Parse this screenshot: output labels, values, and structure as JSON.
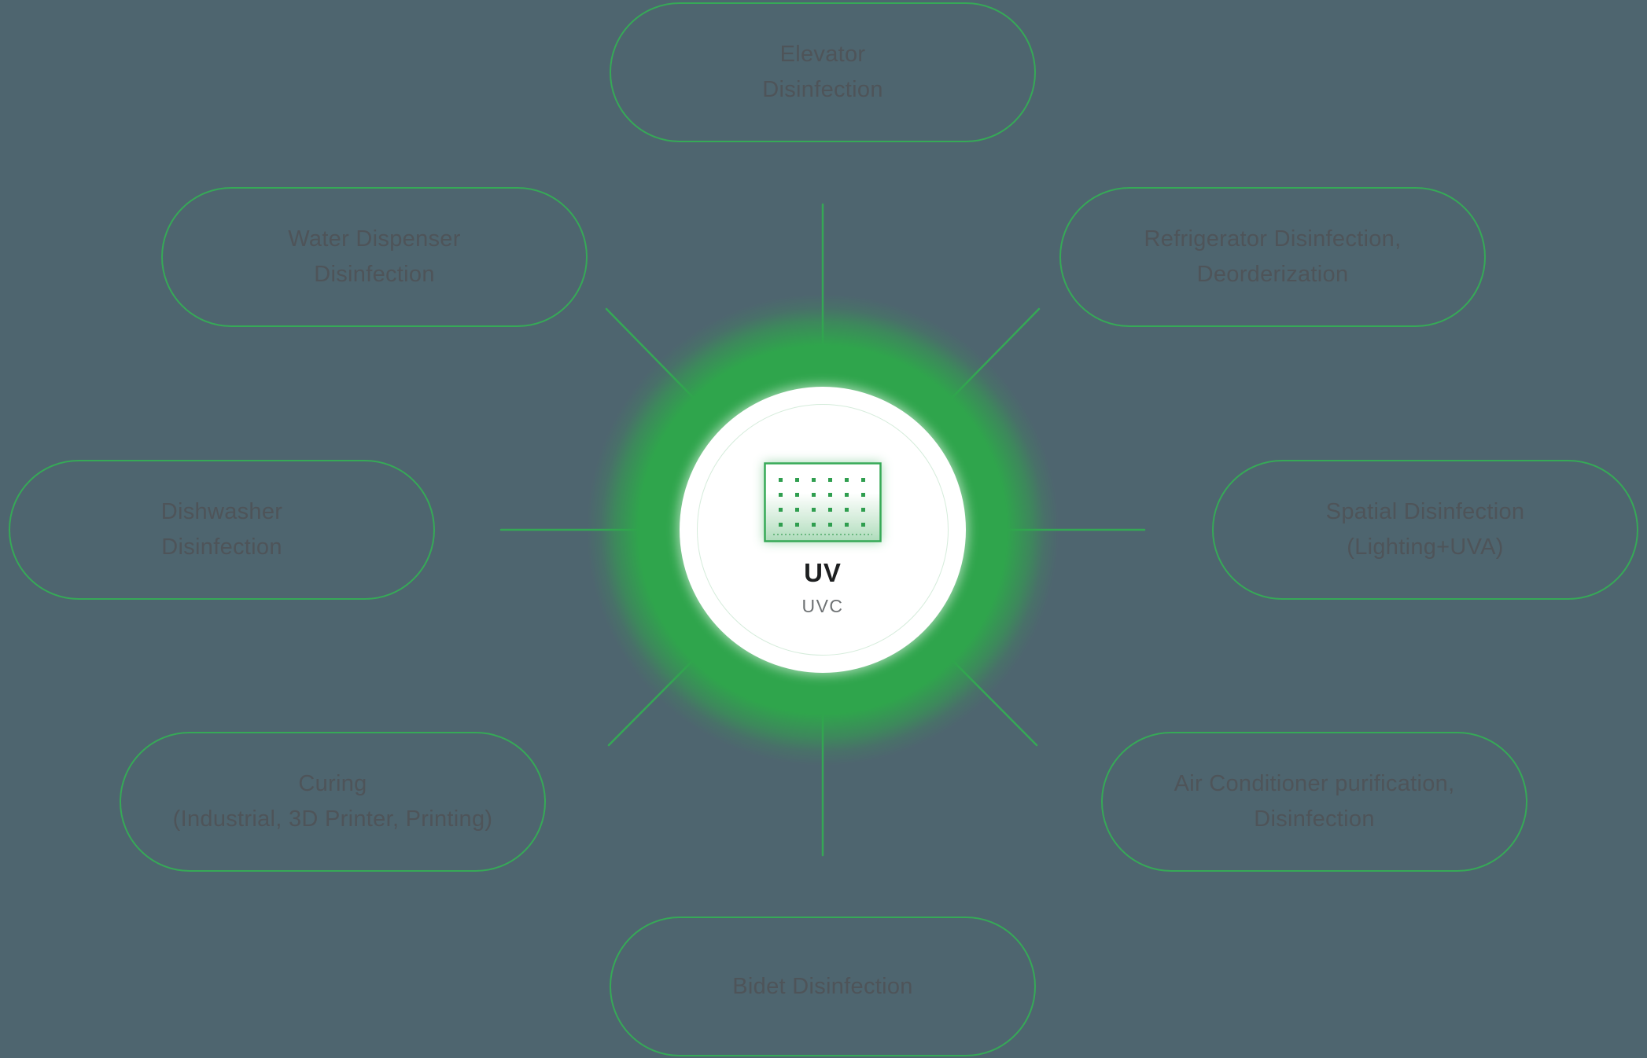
{
  "diagram": {
    "background_color": "#4e656f",
    "accent_green": "#34a853",
    "center": {
      "title": "UV",
      "subtitle": "UVC",
      "icon": "uv-led-module-icon"
    },
    "nodes": {
      "top": {
        "line1": "Elevator",
        "line2": "Disinfection"
      },
      "top_left": {
        "line1": "Water Dispenser",
        "line2": "Disinfection"
      },
      "top_right": {
        "line1": "Refrigerator Disinfection,",
        "line2": "Deorderization"
      },
      "left": {
        "line1": "Dishwasher",
        "line2": "Disinfection"
      },
      "right": {
        "line1": "Spatial Disinfection",
        "line2": "(Lighting+UVA)"
      },
      "bottom_left": {
        "line1": "Curing",
        "line2": "(Industrial, 3D Printer, Printing)"
      },
      "bottom_right": {
        "line1": "Air Conditioner purification,",
        "line2": "Disinfection"
      },
      "bottom": {
        "line1": "Bidet Disinfection",
        "line2": ""
      }
    }
  }
}
